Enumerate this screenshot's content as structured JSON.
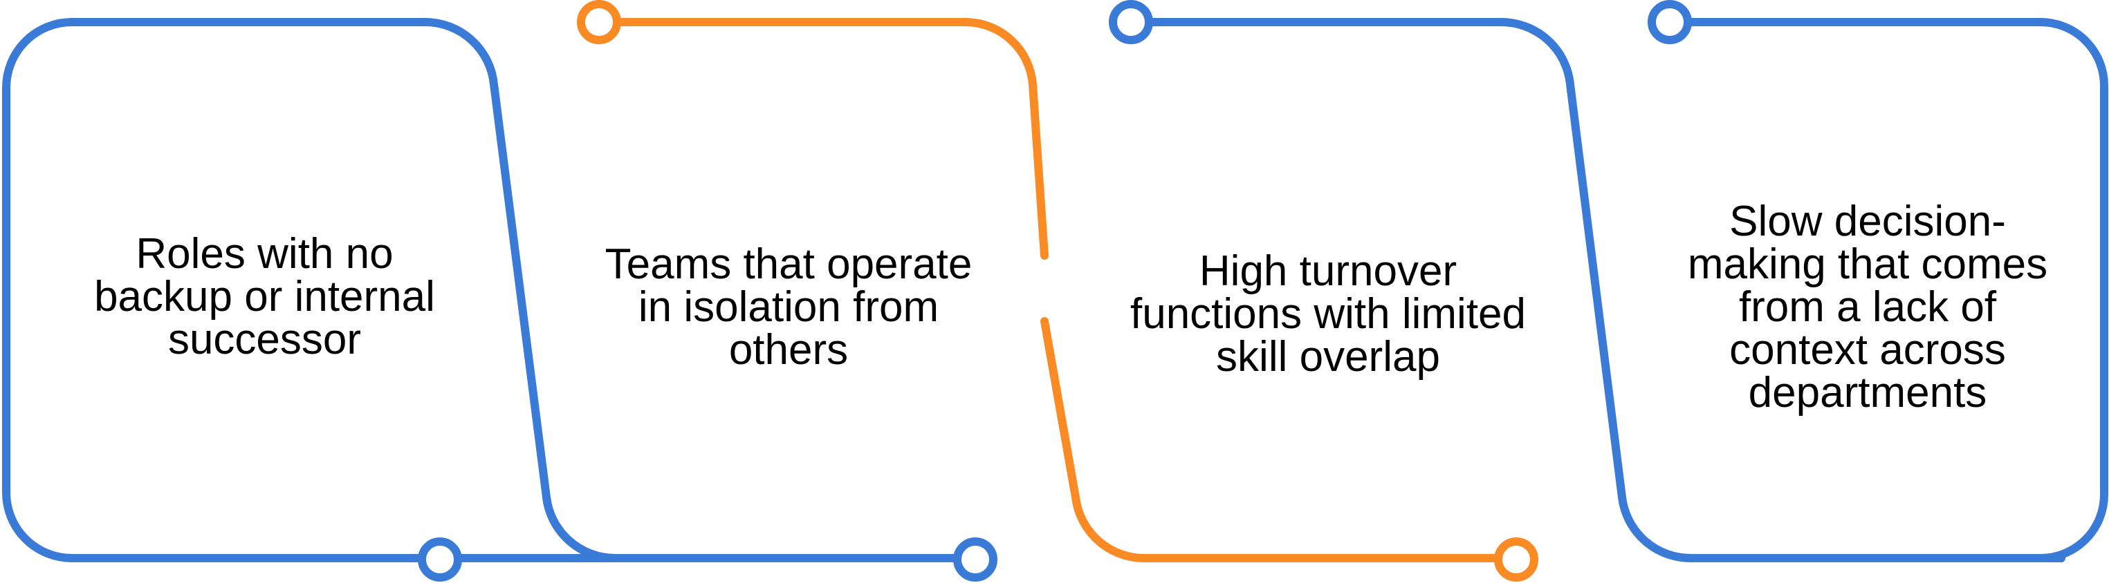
{
  "colors": {
    "blue": "#3b7bd8",
    "orange": "#f98a24",
    "text": "#000000",
    "background": "#ffffff"
  },
  "cards": [
    {
      "text": "Roles with no backup or internal successor",
      "color": "blue",
      "icon": "ring-connector-icon"
    },
    {
      "text": "Teams that operate in isolation from others",
      "color": "blue",
      "icon": "ring-connector-icon"
    },
    {
      "text": "High turnover functions with limited skill overlap",
      "color": "orange",
      "icon": "ring-connector-icon"
    },
    {
      "text": "Slow decision-making that comes from a lack of context across departments",
      "color": "blue",
      "icon": "ring-connector-icon"
    }
  ]
}
